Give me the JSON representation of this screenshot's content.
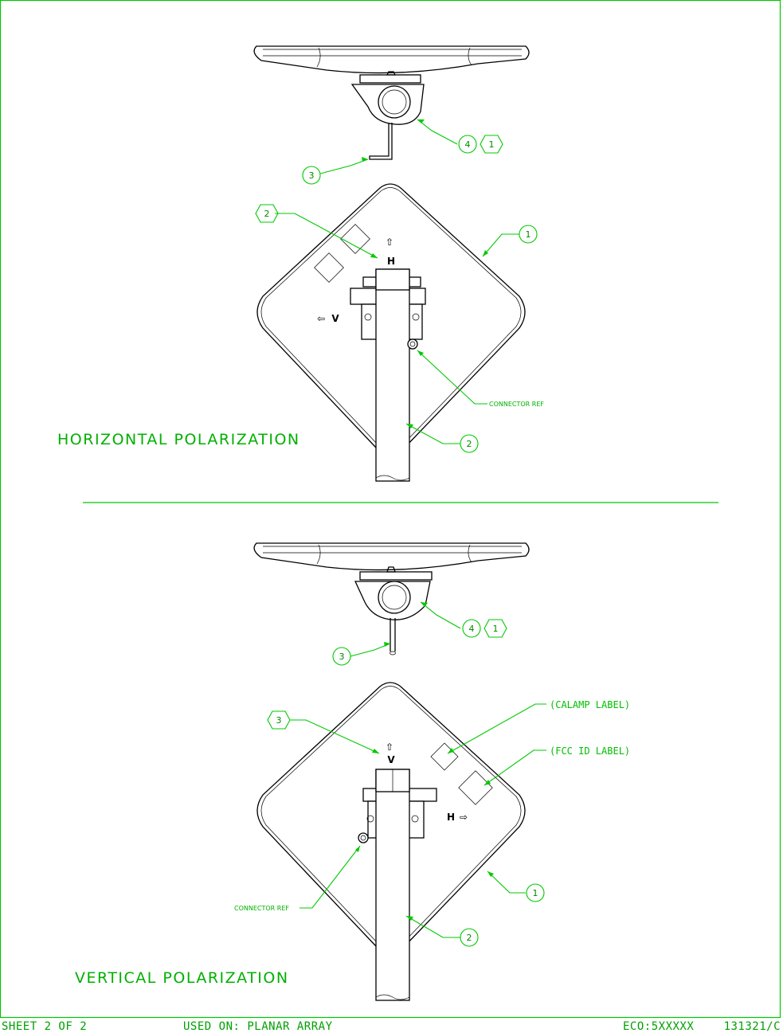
{
  "sections": {
    "horizontal": {
      "title": "HORIZONTAL POLARIZATION",
      "connector_ref": "CONNECTOR REF",
      "pol_top": "H",
      "pol_side": "V",
      "balloons": [
        {
          "kind": "circle",
          "text": "4"
        },
        {
          "kind": "hex",
          "text": "1"
        },
        {
          "kind": "circle",
          "text": "3"
        },
        {
          "kind": "hex",
          "text": "2"
        },
        {
          "kind": "circle",
          "text": "1"
        },
        {
          "kind": "circle",
          "text": "2"
        }
      ]
    },
    "vertical": {
      "title": "VERTICAL POLARIZATION",
      "connector_ref": "CONNECTOR REF",
      "calamp_label": "(CALAMP LABEL)",
      "fcc_label": "(FCC ID LABEL)",
      "pol_top": "V",
      "pol_side": "H",
      "balloons": [
        {
          "kind": "circle",
          "text": "4"
        },
        {
          "kind": "hex",
          "text": "1"
        },
        {
          "kind": "circle",
          "text": "3"
        },
        {
          "kind": "hex",
          "text": "3"
        },
        {
          "kind": "circle",
          "text": "1"
        },
        {
          "kind": "circle",
          "text": "2"
        }
      ]
    }
  },
  "footer": {
    "sheet": "SHEET 2 OF 2",
    "used_on": "USED ON: PLANAR ARRAY",
    "eco": "ECO:5XXXXX",
    "doc_number": "131321/C"
  },
  "colors": {
    "annotation": "#00c800",
    "linework": "#000000",
    "background": "#ffffff"
  }
}
